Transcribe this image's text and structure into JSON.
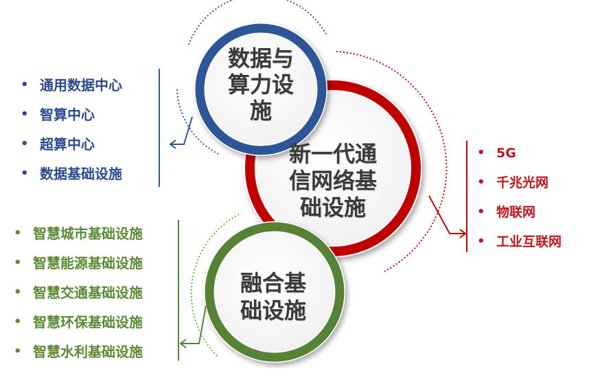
{
  "circles": {
    "blue": {
      "lines": [
        "数据与",
        "算力设",
        "施"
      ],
      "color": "#2f5597"
    },
    "red": {
      "lines": [
        "新一代通",
        "信网络基",
        "础设施"
      ],
      "color": "#c00000"
    },
    "green": {
      "lines": [
        "融合基",
        "础设施"
      ],
      "color": "#548235"
    }
  },
  "lists": {
    "blue": [
      "通用数据中心",
      "智算中心",
      "超算中心",
      "数据基础设施"
    ],
    "red": [
      "5G",
      "千兆光网",
      "物联网",
      "工业互联网"
    ],
    "green": [
      "智慧城市基础设施",
      "智慧能源基础设施",
      "智慧交通基础设施",
      "智慧环保基础设施",
      "智慧水利基础设施"
    ]
  },
  "bullet": "•"
}
